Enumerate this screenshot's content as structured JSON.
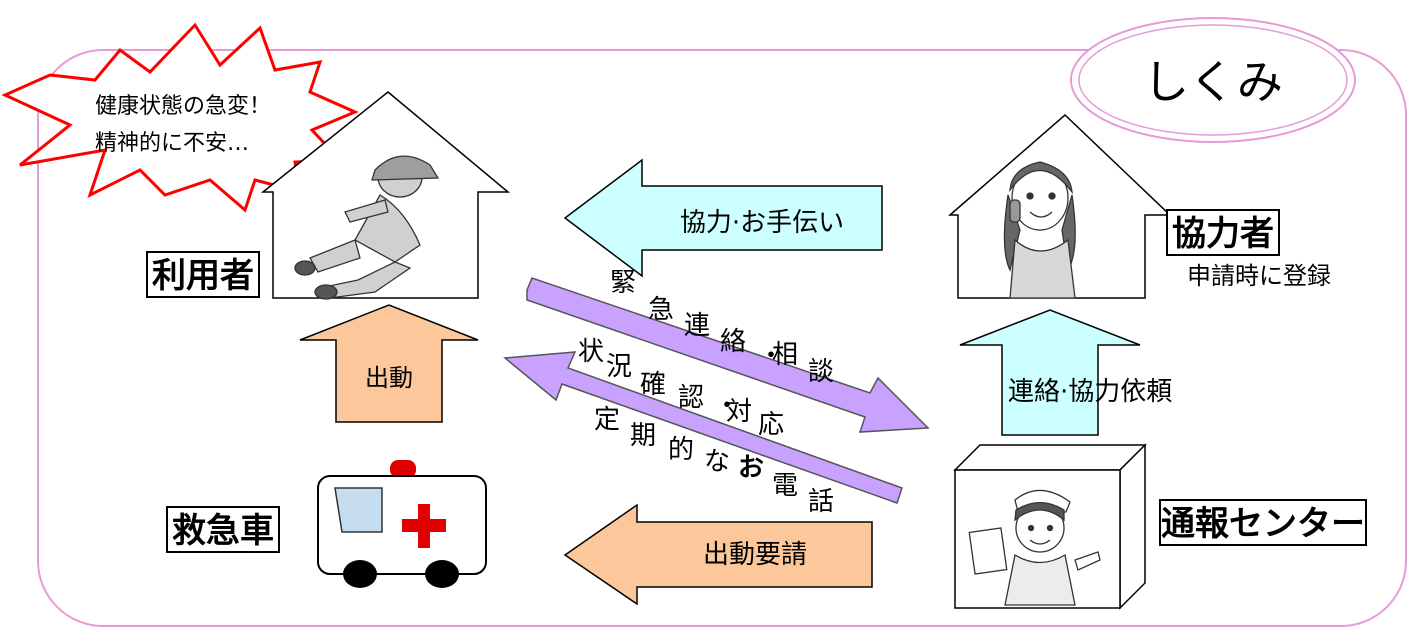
{
  "title": "しくみ",
  "alert": {
    "line1": "健康状態の急変！",
    "line2": "精神的に不安…"
  },
  "nodes": {
    "user": "利用者",
    "helper": "協力者",
    "helper_note": "申請時に登録",
    "ambulance": "救急車",
    "center": "通報センター"
  },
  "arrows": {
    "cooperate": "協力·お手伝い",
    "dispatch_up": "出動",
    "contact_request": "連絡·協力依頼",
    "dispatch_request": "出動要請"
  },
  "diagonal_labels": {
    "emergency": [
      "緊",
      "急",
      "連",
      "絡",
      "・",
      "相",
      "談"
    ],
    "status": [
      "状",
      "況",
      "確",
      "認",
      "・",
      "対",
      "応"
    ],
    "regular": [
      "定",
      "期",
      "的",
      "な",
      "お",
      "電",
      "話"
    ]
  },
  "colors": {
    "frame": "#e79ad8",
    "arrow_cyan": "#ccffff",
    "arrow_orange": "#fcc89b",
    "arrow_purple": "#c9a2ff",
    "alert_red": "#ff0000",
    "cross_red": "#e00000"
  }
}
